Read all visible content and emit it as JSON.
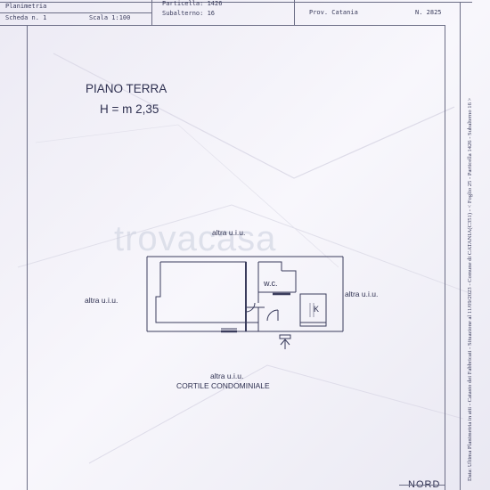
{
  "header": {
    "doc_type": "Planimetria",
    "scheda": "Scheda n. 1",
    "scala": "Scala 1:100",
    "particella": "Particella: 1426",
    "subalterno": "Subalterno: 16",
    "provincia": "Prov. Catania",
    "numero": "N. 2825"
  },
  "title": {
    "floor": "PIANO TERRA",
    "height": "H = m 2,35"
  },
  "watermark": "trovacasa",
  "plan_labels": {
    "north": "altra u.i.u.",
    "west": "altra u.i.u.",
    "east": "altra u.i.u.",
    "south": "altra u.i.u.",
    "courtyard": "CORTILE CONDOMINIALE",
    "wc": "w.c.",
    "kitchen": "K"
  },
  "side_text": "Data: Ultima Planimetria in atti  -  Catasto dei Fabbricati - Situazione al 11/09/2023 - Comune di CATANIA(C351) - < Foglio 25 - Particella 1426 - Subalterno 16 >",
  "footer_mark": "NORD"
}
